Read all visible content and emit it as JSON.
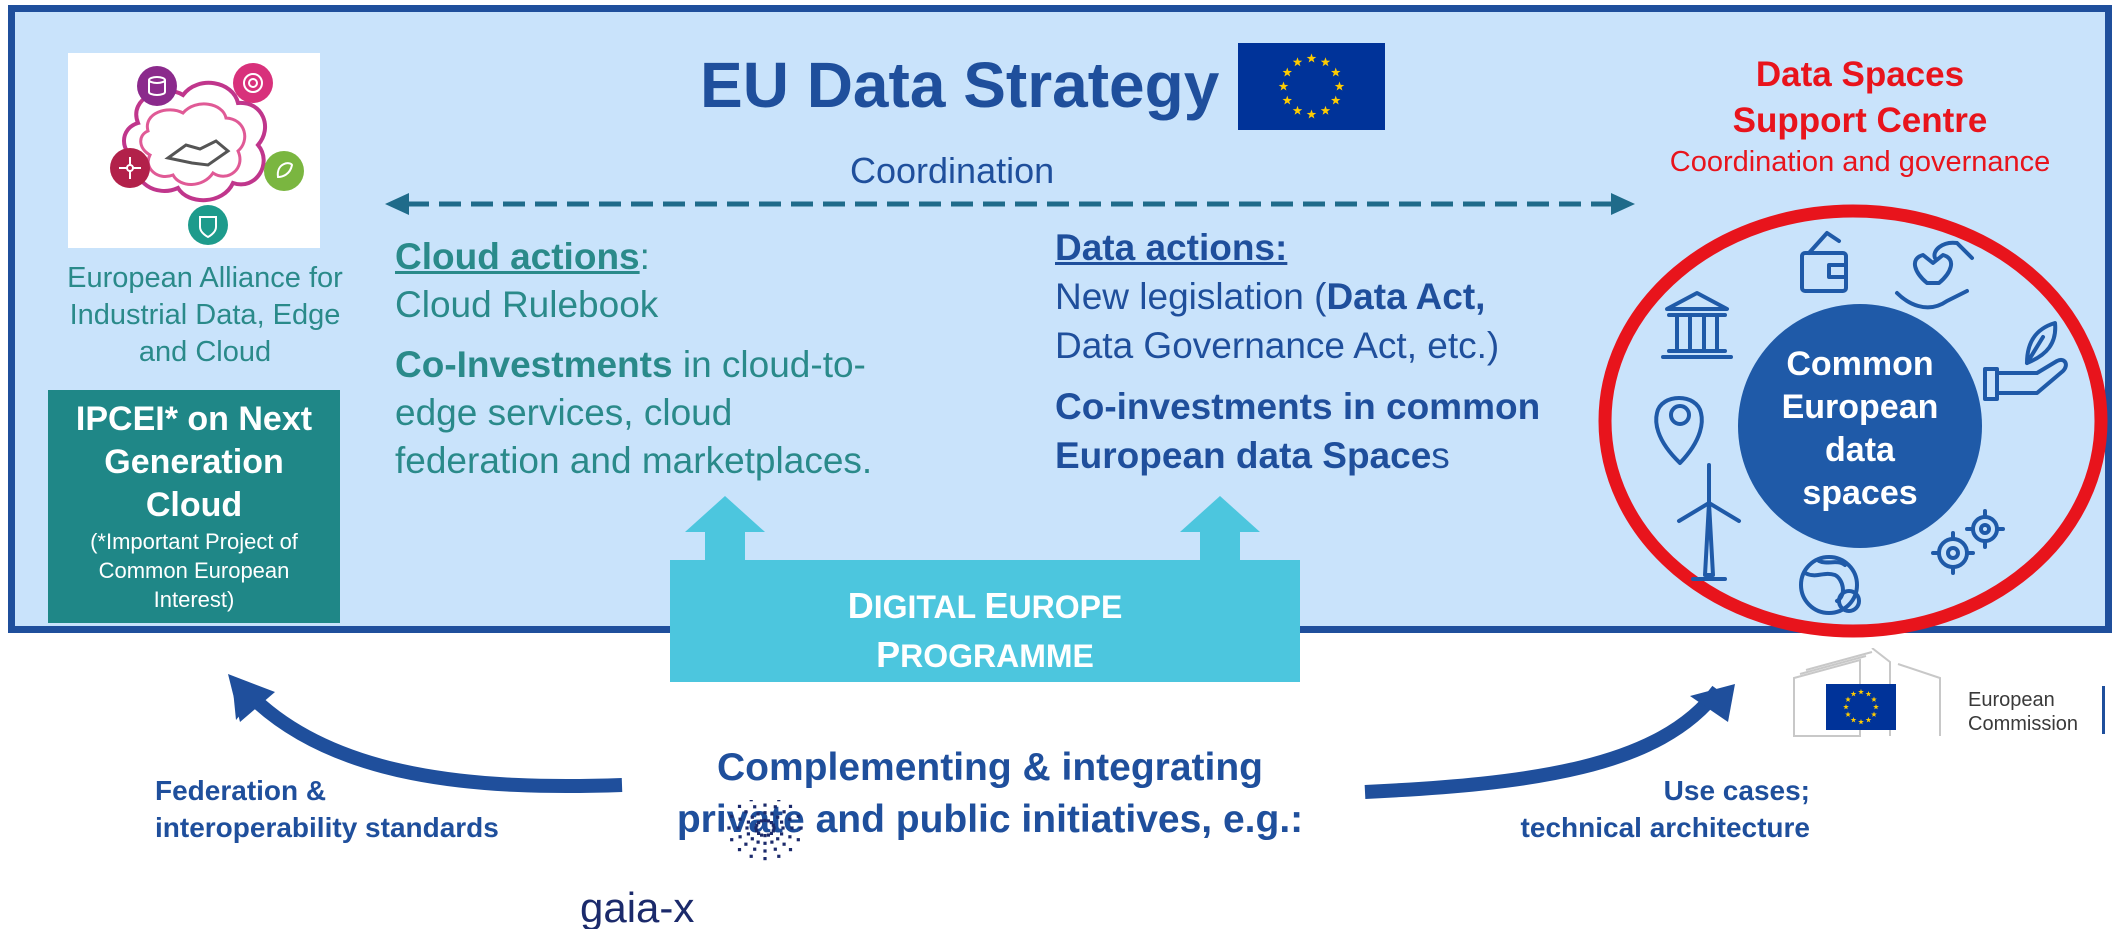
{
  "title": "EU Data Strategy",
  "coordination_label": "Coordination",
  "alliance": {
    "label_lines": [
      "European Alliance for",
      "Industrial Data, Edge",
      "and Cloud"
    ]
  },
  "ipcei": {
    "title_lines": [
      "IPCEI* on Next",
      "Generation",
      "Cloud"
    ],
    "note_lines": [
      "(*Important Project of",
      "Common European",
      "Interest)"
    ]
  },
  "cloud_actions": {
    "heading": "Cloud actions",
    "colon": ":",
    "line1": "Cloud Rulebook",
    "bold_lead": "Co-Investments",
    "rest_lines": [
      " in cloud-to-",
      "edge services, cloud",
      "federation and marketplaces."
    ]
  },
  "data_actions": {
    "heading": "Data actions:",
    "leg_pre": "New legislation (",
    "leg_bold": "Data Act,",
    "leg_line2": "Data Governance Act, etc.)",
    "coinv_line1": "Co-investments in common",
    "coinv_line2_bold": "European data Space",
    "coinv_line2_rest": "s"
  },
  "digital_europe": {
    "line1_big1": "D",
    "line1_small1": "IGITAL ",
    "line1_big2": "E",
    "line1_small2": "UROPE",
    "line2_big": "P",
    "line2_small": "ROGRAMME"
  },
  "dssc": {
    "title_lines": [
      "Data Spaces",
      "Support Centre"
    ],
    "subtitle": "Coordination and governance"
  },
  "common_spaces": {
    "label_lines": [
      "Common",
      "European",
      "data",
      "spaces"
    ]
  },
  "complementing": {
    "line1": "Complementing & integrating",
    "line2": "private and public initiatives, e.g.:"
  },
  "federation_label_lines": [
    "Federation &",
    "interoperability standards"
  ],
  "use_cases_label_lines": [
    "Use cases;",
    "technical architecture"
  ],
  "gaia_logo_text": "gaia-x",
  "ec_logo_lines": [
    "European",
    "Commission"
  ],
  "colors": {
    "frame_border": "#1f4f9c",
    "frame_fill": "#c9e3fb",
    "teal": "#2a8a8a",
    "ipcei_fill": "#1f8787",
    "digital_europe_fill": "#4cc6de",
    "dssc_red": "#e8141c",
    "spaces_circle": "#1f5aa8"
  },
  "icons": [
    "alliance-logo",
    "eu-flag",
    "wallet-icon",
    "hands-heart-icon",
    "bank-icon",
    "plant-hand-icon",
    "location-pin-icon",
    "wind-turbine-icon",
    "globe-icon",
    "gears-icon",
    "gaia-x-logo",
    "european-commission-logo"
  ]
}
